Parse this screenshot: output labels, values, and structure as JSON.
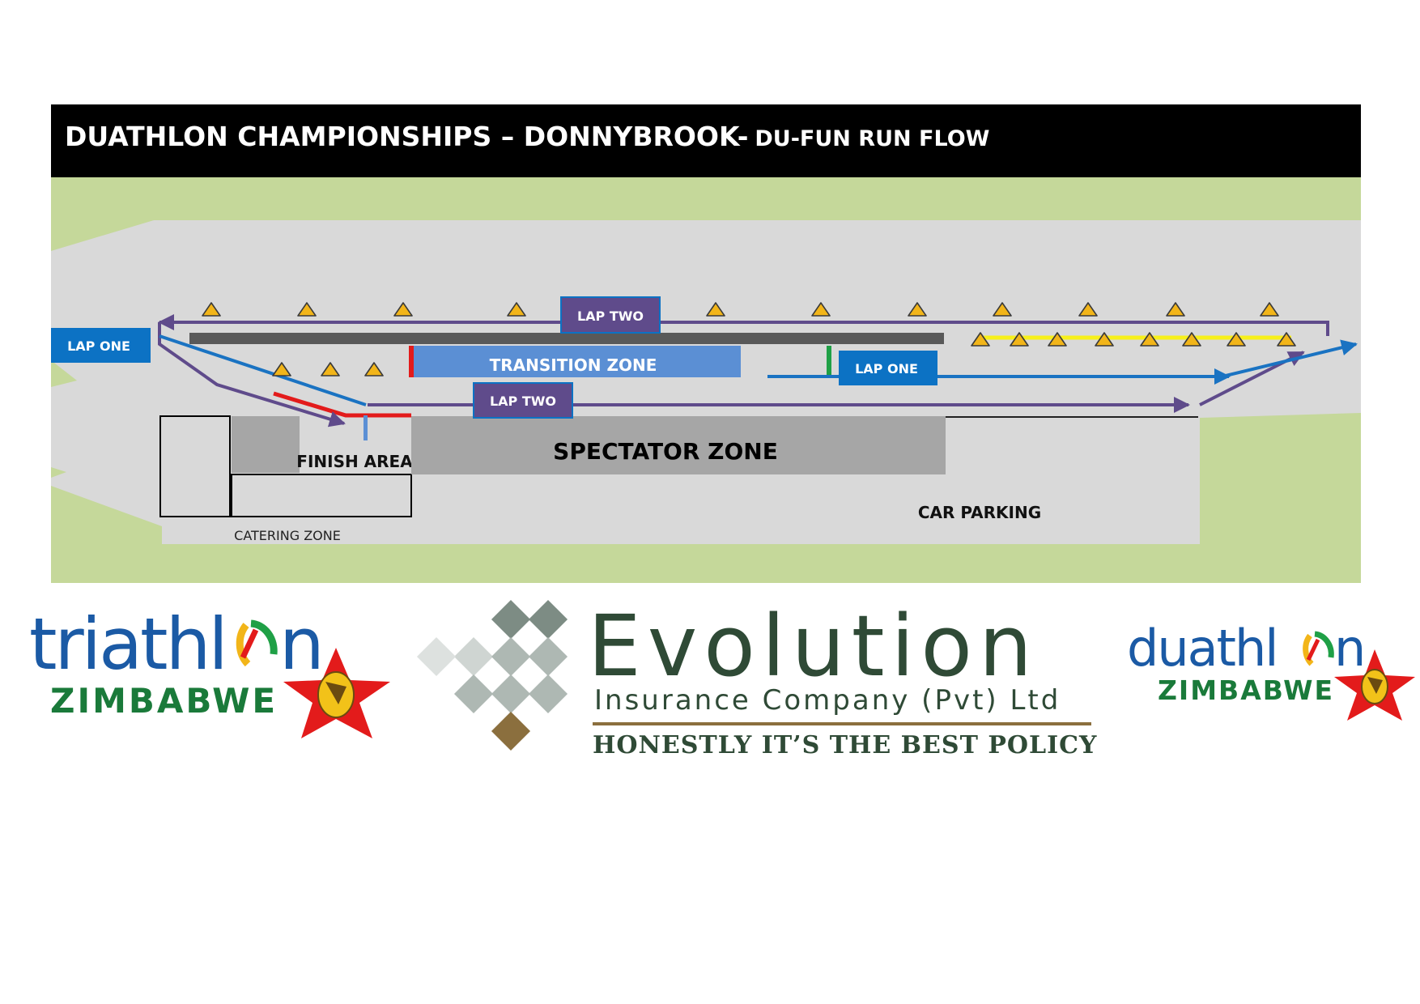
{
  "header": {
    "title_main": "DUATHLON CHAMPIONSHIPS – DONNYBROOK-",
    "title_sub": "DU-FUN RUN FLOW"
  },
  "map": {
    "labels": {
      "lap_one_left": "LAP ONE",
      "lap_two_top": "LAP TWO",
      "transition_zone": "TRANSITION ZONE",
      "lap_one_right": "LAP ONE",
      "lap_two_bottom": "LAP TWO",
      "finish_area": "FINISH AREA",
      "spectator_zone": "SPECTATOR ZONE",
      "car_parking": "CAR PARKING",
      "catering_zone": "CATERING ZONE"
    },
    "colors": {
      "grass": "#c5d89a",
      "road": "#d9d9d9",
      "lap_label_blue": "#0c72c4",
      "lap_label_purple": "#5f4b8b",
      "transition": "#5b8fd4",
      "spectator": "#a6a6a6",
      "route_blue": "#1a73c2",
      "route_purple": "#5f4b8b",
      "cone": "#f2b519",
      "barrier_red": "#e31b1b",
      "barrier_green": "#1fa046",
      "barrier_yellow": "#f7f01a"
    }
  },
  "logos": {
    "tri": {
      "word": "triathl",
      "word_end": "n",
      "country": "ZIMBABWE"
    },
    "evo": {
      "name": "Evolution",
      "subtitle": "Insurance Company (Pvt) Ltd",
      "tagline": "HONESTLY IT’S THE BEST POLICY"
    },
    "du": {
      "word": "duathl",
      "word_end": "n",
      "country": "ZIMBABWE"
    }
  }
}
